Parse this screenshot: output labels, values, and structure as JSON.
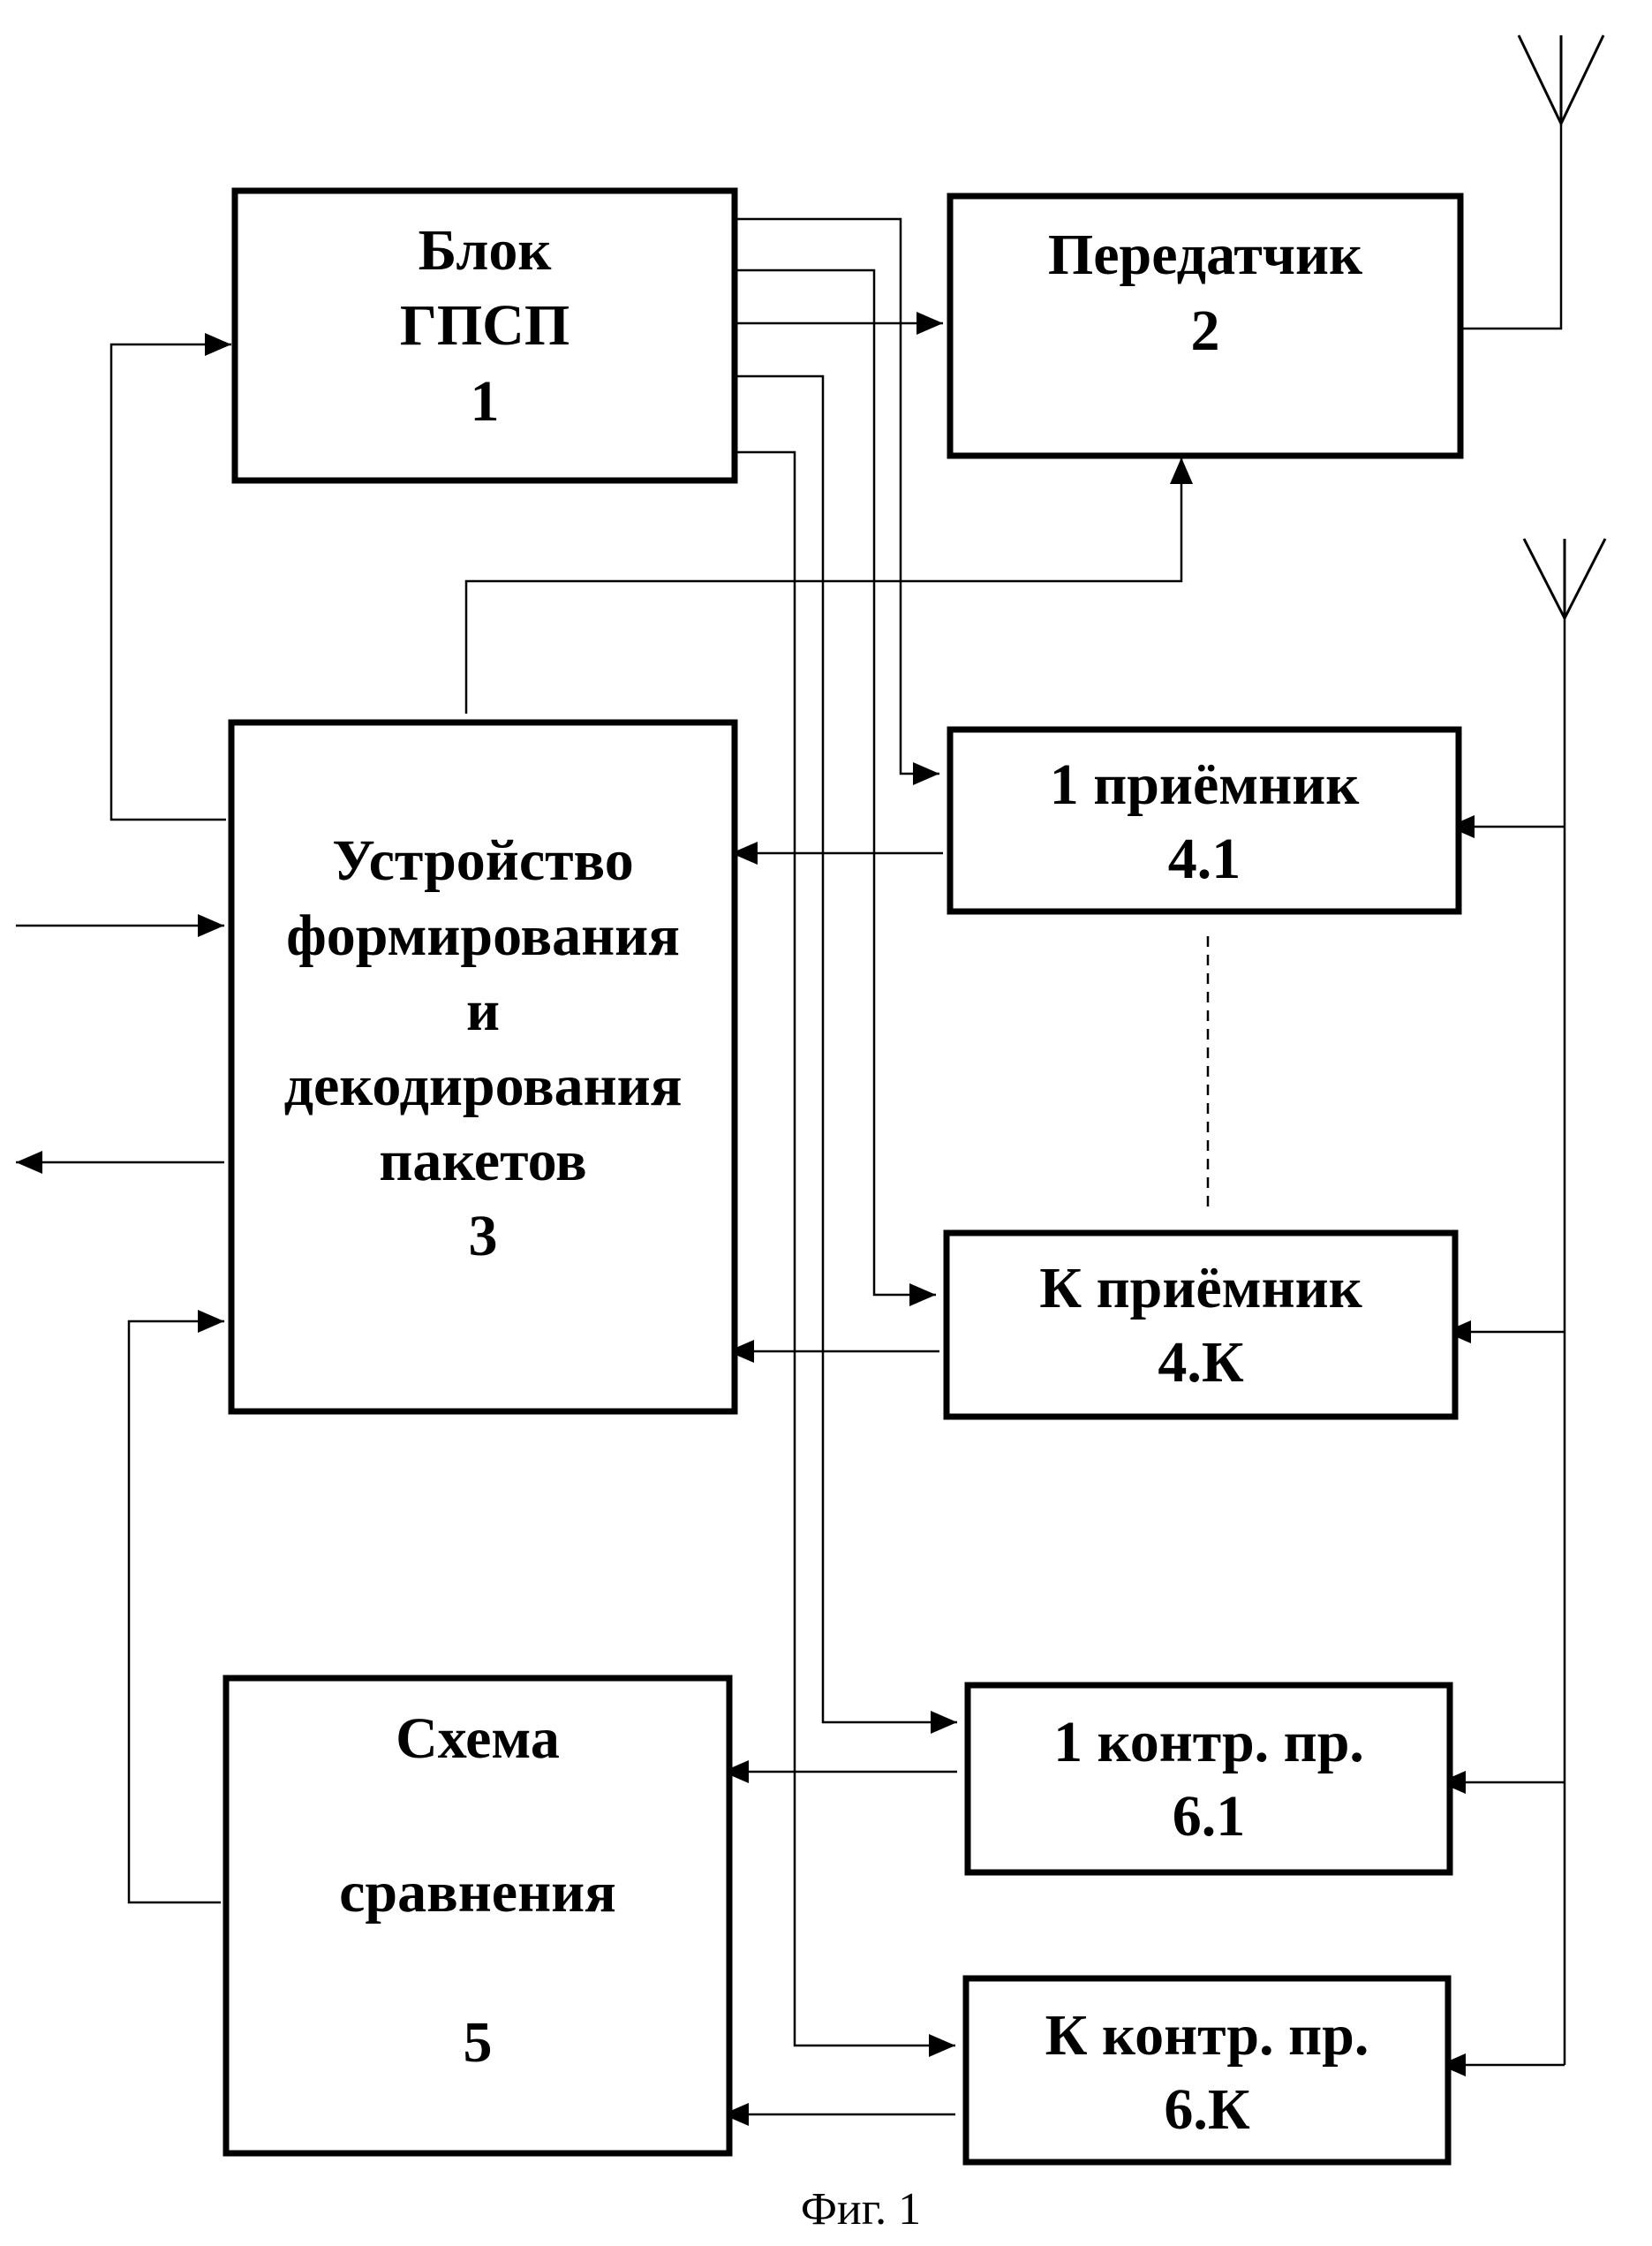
{
  "blocks": {
    "gpsp": {
      "lines": [
        "Блок",
        "ГПСП",
        "1"
      ]
    },
    "transmitter": {
      "lines": [
        "Передатчик",
        "2"
      ]
    },
    "codec": {
      "lines": [
        "Устройство",
        "формирования",
        "и",
        "декодирования",
        "пакетов",
        "3"
      ]
    },
    "receiver1": {
      "lines": [
        "1 приёмник",
        "4.1"
      ]
    },
    "receiverK": {
      "lines": [
        "К приёмник",
        "4.К"
      ]
    },
    "comparator": {
      "lines": [
        "Схема",
        "сравнения",
        "5"
      ]
    },
    "control1": {
      "lines": [
        "1 контр. пр.",
        "6.1"
      ]
    },
    "controlK": {
      "lines": [
        "К контр. пр.",
        "6.К"
      ]
    }
  },
  "caption": "Фиг. 1"
}
